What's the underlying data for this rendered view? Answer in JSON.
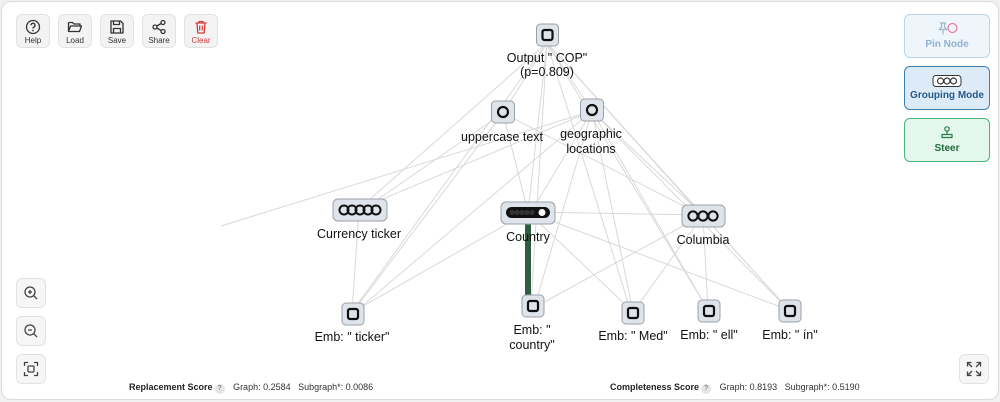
{
  "toolbar": {
    "help": "Help",
    "load": "Load",
    "save": "Save",
    "share": "Share",
    "clear": "Clear"
  },
  "right_panel": {
    "pin_node": "Pin Node",
    "grouping_mode": "Grouping Mode",
    "steer": "Steer"
  },
  "nodes": {
    "output_l1": "Output \" COP\"",
    "output_l2": "(p=0.809)",
    "uppercase": "uppercase text",
    "geo_l1": "geographic",
    "geo_l2": "locations",
    "currency": "Currency ticker",
    "country": "Country",
    "columbia": "Columbia",
    "emb_ticker": "Emb: \" ticker\"",
    "emb_country_l1": "Emb: \"",
    "emb_country_l2": "country\"",
    "emb_med": "Emb: \" Med\"",
    "emb_ell": "Emb: \" ell\"",
    "emb_in": "Emb: \" ín\""
  },
  "scores": {
    "replacement_label": "Replacement Score",
    "replacement_graph": "Graph: 0.2584",
    "replacement_subgraph": "Subgraph*: 0.0086",
    "completeness_label": "Completeness Score",
    "completeness_graph": "Graph: 0.8193",
    "completeness_subgraph": "Subgraph*: 0.5190"
  },
  "colors": {
    "pin_bg": "#eef5fb",
    "grouping_bg": "#dcebf7",
    "steer_bg": "#e4f7ec",
    "strong_edge": "#2e5e3f",
    "clear_red": "#d23a3a"
  }
}
